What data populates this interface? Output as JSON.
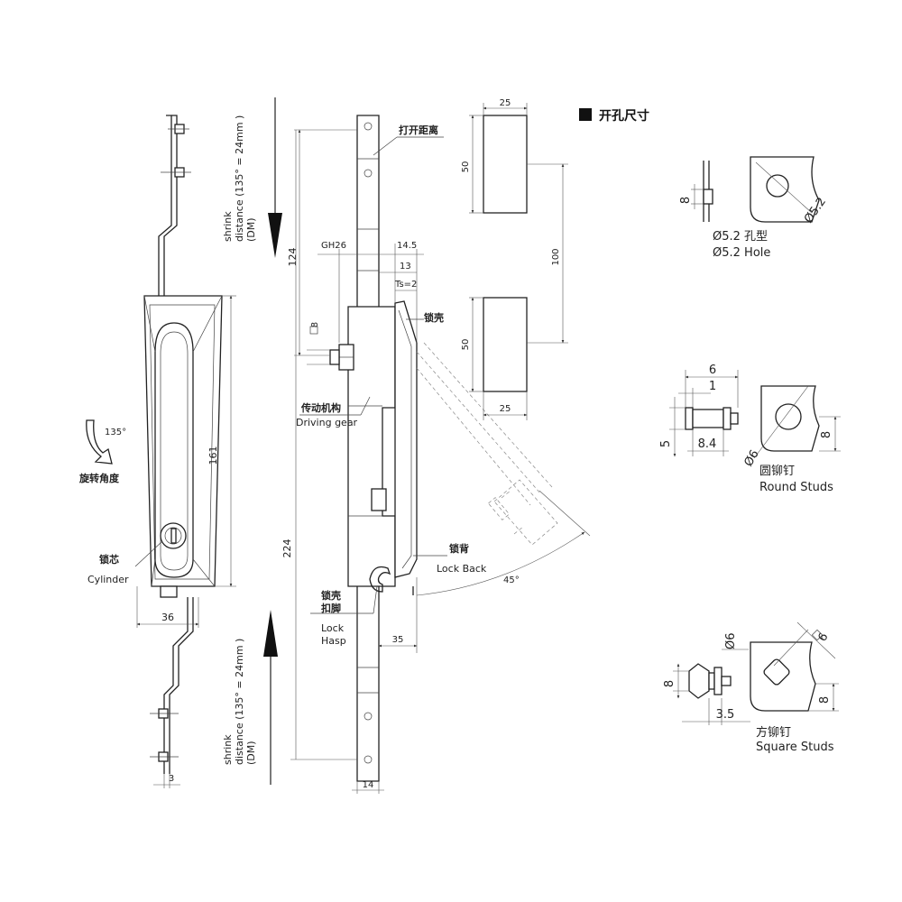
{
  "dims": {
    "d161": "161",
    "d36": "36",
    "d3": "3",
    "d124": "124",
    "d224": "224",
    "d14": "14",
    "d35": "35",
    "d14_5": "14.5",
    "d13": "13",
    "ts2": "Ts=2",
    "gh26": "GH26",
    "d8a": "8",
    "d25a": "25",
    "d25b": "25",
    "d50a": "50",
    "d50b": "50",
    "d100": "100",
    "angle45": "45°",
    "angle135": "135°"
  },
  "labels": {
    "shrink_top_1": "shrink",
    "shrink_top_2": "distance (135° = 24mm )",
    "shrink_top_3": "(DM)",
    "shrink_bot_1": "shrink",
    "shrink_bot_2": "distance (135° = 24mm )",
    "shrink_bot_3": "(DM)",
    "rotation_cn": "旋转角度",
    "cylinder_cn": "锁芯",
    "cylinder_en": "Cylinder",
    "open_distance_cn": "打开距离",
    "lock_shell_cn": "锁壳",
    "driving_gear_cn": "传动机构",
    "driving_gear_en": "Driving gear",
    "lock_back_cn": "锁背",
    "lock_back_en": "Lock Back",
    "lock_hasp_cn_1": "锁壳",
    "lock_hasp_cn_2": "扣脚",
    "lock_hasp_en_1": "Lock",
    "lock_hasp_en_2": "Hasp"
  },
  "cutout": {
    "title": "开孔尺寸",
    "hole": {
      "dim_8": "8",
      "label_dia": "Ø5.2",
      "caption_cn": "Ø5.2 孔型",
      "caption_en": "Ø5.2 Hole"
    },
    "round": {
      "dim_6": "6",
      "dim_1": "1",
      "dim_5": "5",
      "dim_8_4": "8.4",
      "dim_8": "8",
      "label_dia": "Ø6",
      "caption_cn": "圆铆钉",
      "caption_en": "Round Studs"
    },
    "square": {
      "dim_dia6": "Ø6",
      "dim_sq6": "6",
      "dim_8a": "8",
      "dim_8b": "8",
      "dim_3_5": "3.5",
      "caption_cn": "方铆钉",
      "caption_en": "Square Studs"
    }
  }
}
